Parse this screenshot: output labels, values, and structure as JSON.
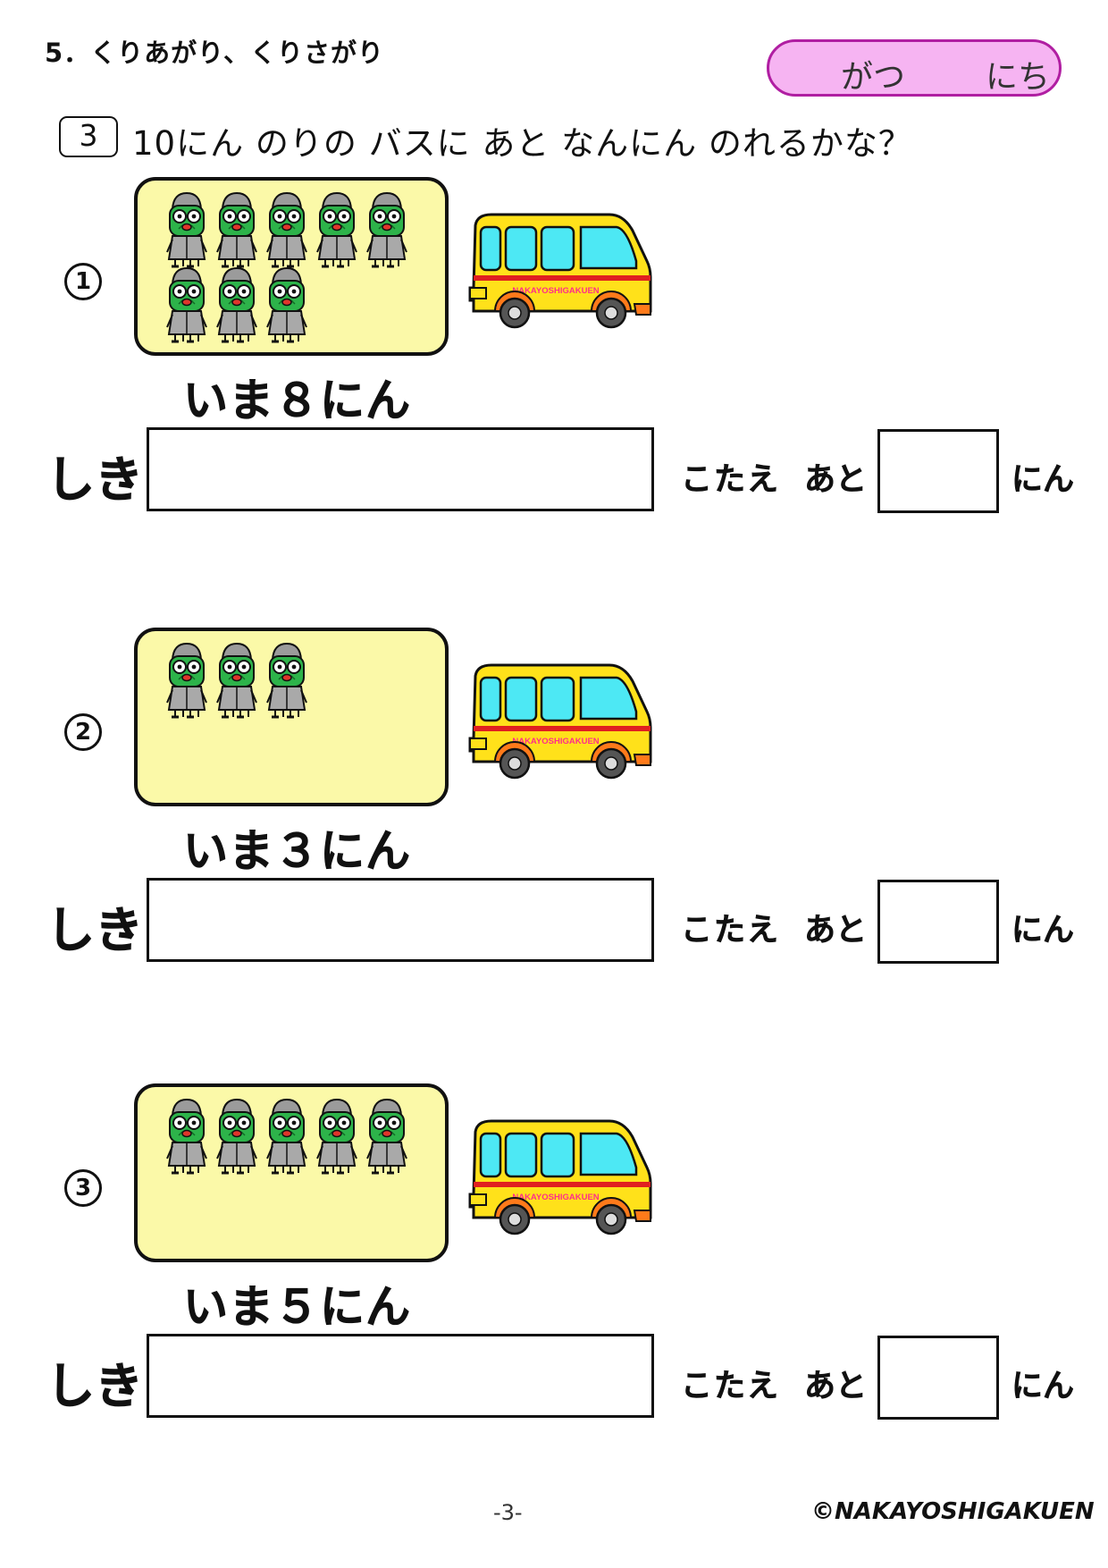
{
  "header": {
    "unit_title": "5．くりあがり、くりさがり",
    "date": {
      "month_label": "がつ",
      "day_label": "にち"
    }
  },
  "question": {
    "number": "3",
    "text": "10にん のりの バスに あと なんにん のれるかな？"
  },
  "problems": [
    {
      "number": "1",
      "people": 8,
      "now_label": "いま８にん"
    },
    {
      "number": "2",
      "people": 3,
      "now_label": "いま３にん"
    },
    {
      "number": "3",
      "people": 5,
      "now_label": "いま５にん"
    }
  ],
  "labels": {
    "shiki": "しき",
    "kotae": "こたえ",
    "ato": "あと",
    "nin": "にん",
    "bus_name": "NAKAYOSHIGAKUEN"
  },
  "colors": {
    "date_fill": "#f6b4f2",
    "date_border": "#b01ea2",
    "people_box": "#fbf9a8",
    "bus_body": "#ffe11a",
    "bus_window": "#4de8f4",
    "bus_stripe": "#e02020",
    "bus_name": "#ff2e8a",
    "bus_bumper": "#ff7a1a",
    "character_green": "#2db34a",
    "character_gray": "#9b9b9b"
  },
  "footer": {
    "page_number": "-3-",
    "copyright": "©NAKAYOSHIGAKUEN"
  }
}
